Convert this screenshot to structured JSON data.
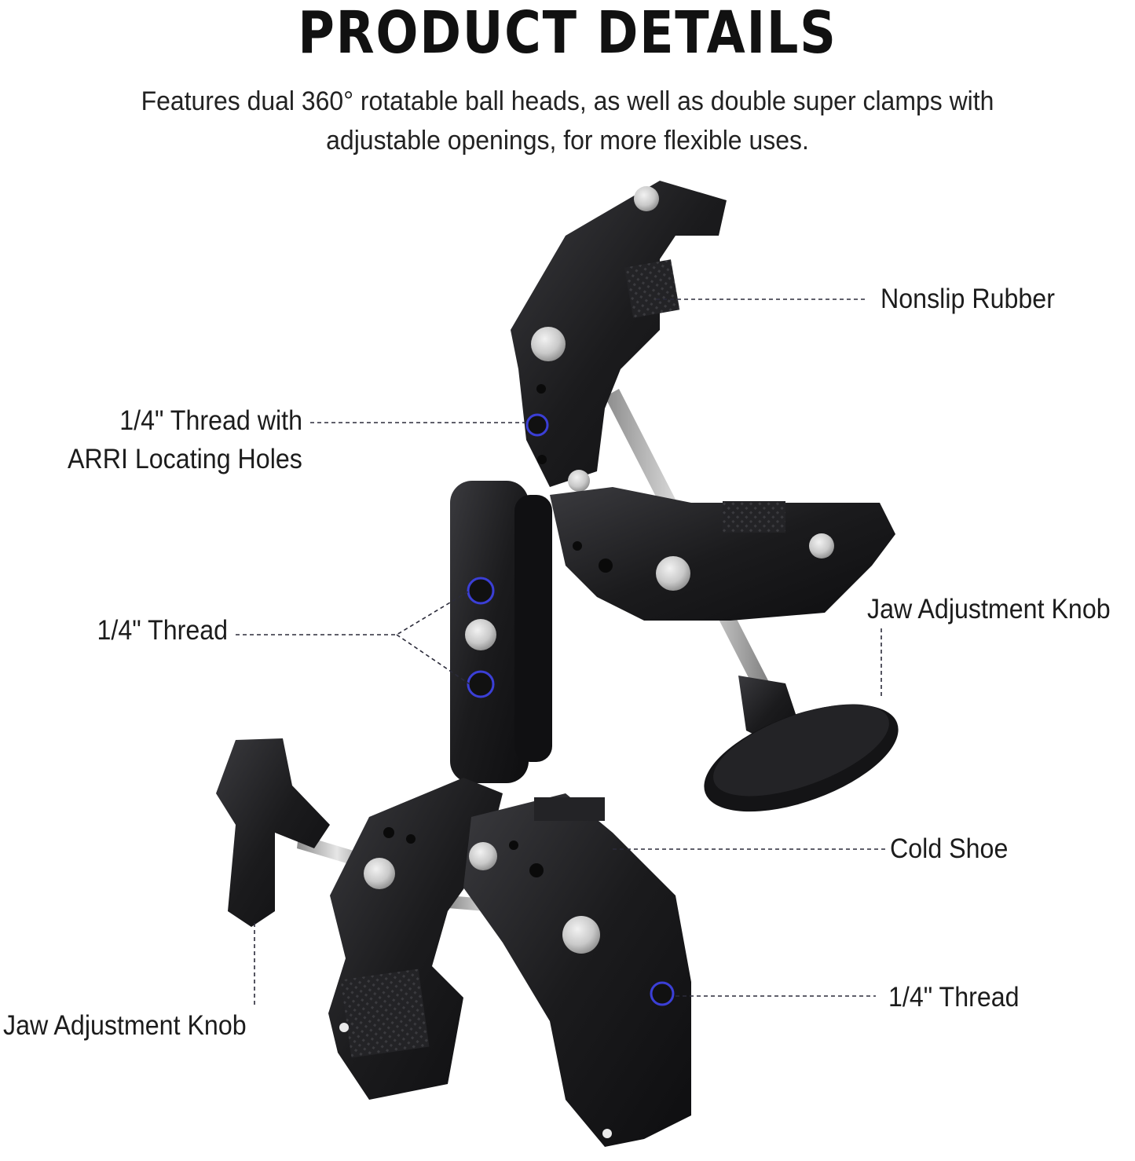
{
  "header": {
    "title": "PRODUCT DETAILS",
    "subtitle": "Features dual 360° rotatable ball heads, as well as double super clamps with adjustable openings, for more flexible uses."
  },
  "callouts": {
    "nonslip_rubber": "Nonslip Rubber",
    "thread_arri_line1": "1/4\" Thread with",
    "thread_arri_line2": "ARRI Locating Holes",
    "thread_middle": "1/4\" Thread",
    "jaw_knob_right": "Jaw Adjustment Knob",
    "cold_shoe": "Cold Shoe",
    "jaw_knob_left": "Jaw Adjustment Knob",
    "thread_bottom": "1/4\" Thread"
  },
  "colors": {
    "body_metal": "#1b1b1d",
    "highlight_metal": "#3a3a3e",
    "screw_silver": "#c9c9c9",
    "leader_line": "#2b2b3a",
    "thread_marker": "#3b3fd6"
  },
  "icons": {
    "product": "super-clamp-magic-arm-image"
  }
}
